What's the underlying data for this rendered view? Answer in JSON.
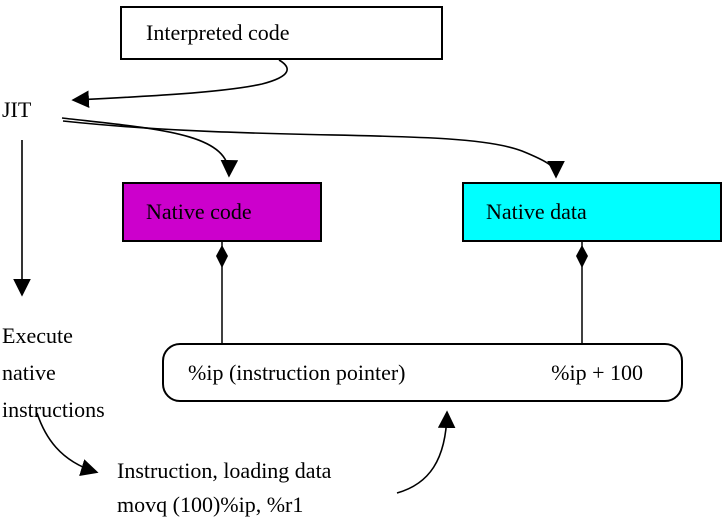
{
  "nodes": {
    "interpreted_code": {
      "label": "Interpreted code"
    },
    "jit": {
      "label": "JIT"
    },
    "native_code": {
      "label": "Native code"
    },
    "native_data": {
      "label": "Native data"
    },
    "pointer_box": {
      "left_label": "%ip (instruction pointer)",
      "right_label": "%ip + 100"
    },
    "execute": {
      "lines": [
        "Execute",
        "native",
        "instructions"
      ]
    },
    "instruction": {
      "lines": [
        "Instruction, loading data",
        "movq (100)%ip, %r1"
      ]
    }
  },
  "colors": {
    "native_code_bg": "#cc00cc",
    "native_data_bg": "#00ffff",
    "stroke": "#000000",
    "background": "#ffffff"
  },
  "edges": [
    {
      "from": "interpreted_code",
      "to": "jit",
      "style": "curved-arrow"
    },
    {
      "from": "jit",
      "to": "native_code",
      "style": "curved-arrow"
    },
    {
      "from": "jit",
      "to": "native_data",
      "style": "curved-arrow"
    },
    {
      "from": "jit",
      "to": "execute",
      "style": "straight-arrow"
    },
    {
      "from": "native_code",
      "to": "pointer_box",
      "style": "diamond-line"
    },
    {
      "from": "native_data",
      "to": "pointer_box",
      "style": "diamond-line"
    },
    {
      "from": "execute",
      "to": "instruction",
      "style": "curved-arrow"
    },
    {
      "from": "instruction",
      "to": "pointer_box",
      "style": "curved-arrow"
    }
  ]
}
